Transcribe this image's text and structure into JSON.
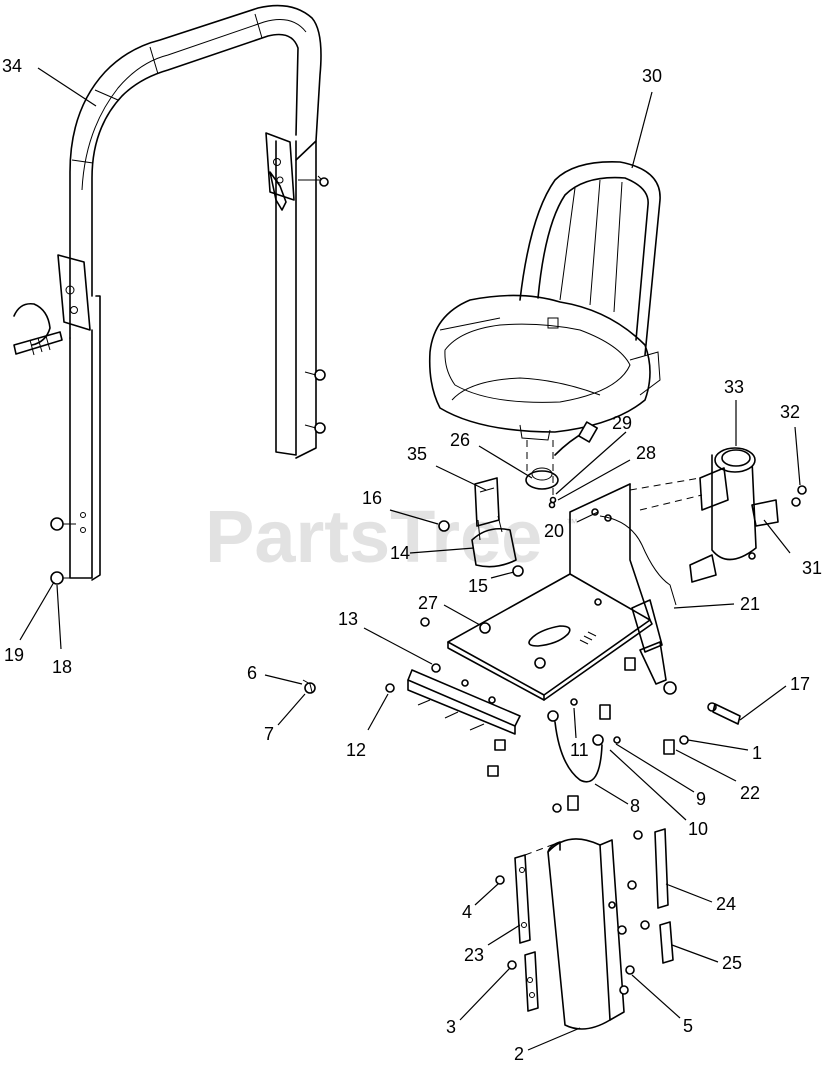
{
  "watermark": {
    "text": "PartsTree",
    "trademark": "™"
  },
  "callouts": [
    "34",
    "30",
    "33",
    "32",
    "29",
    "26",
    "35",
    "28",
    "16",
    "20",
    "14",
    "21",
    "31",
    "15",
    "27",
    "13",
    "19",
    "18",
    "6",
    "17",
    "7",
    "12",
    "11",
    "1",
    "9",
    "22",
    "10",
    "8",
    "4",
    "24",
    "23",
    "25",
    "3",
    "5",
    "2"
  ]
}
